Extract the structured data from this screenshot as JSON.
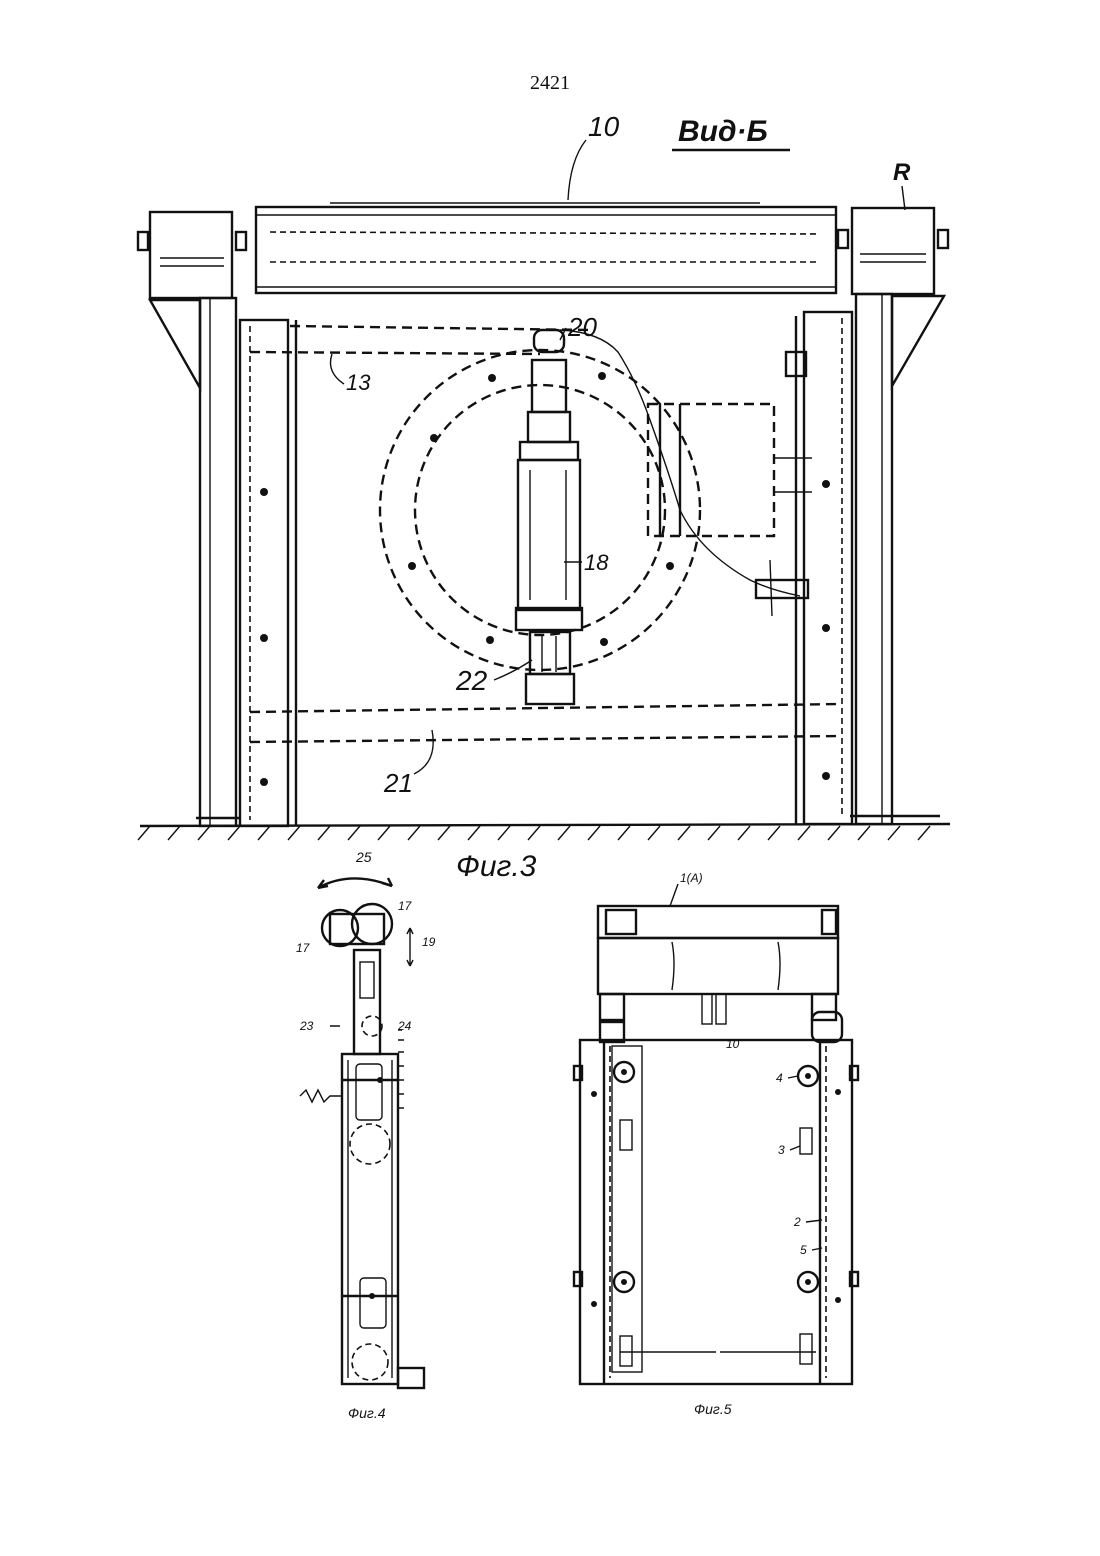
{
  "page": {
    "number": "2421"
  },
  "fig3": {
    "view_title": "Bид·Б",
    "caption": "Фиг.3",
    "labels": {
      "l10": "10",
      "lR": "R",
      "l20": "20",
      "l13": "13",
      "l18": "18",
      "l22": "22",
      "l21": "21"
    }
  },
  "fig4": {
    "caption": "Фиг.4",
    "labels": {
      "l25": "25",
      "l17a": "17",
      "l17b": "17",
      "l19": "19",
      "l23": "23",
      "l24": "24"
    }
  },
  "fig5": {
    "caption": "Фиг.5",
    "labels": {
      "l10top": "1(A)",
      "l10": "10",
      "l4": "4",
      "l3": "3",
      "l2": "2",
      "l5": "5"
    }
  }
}
